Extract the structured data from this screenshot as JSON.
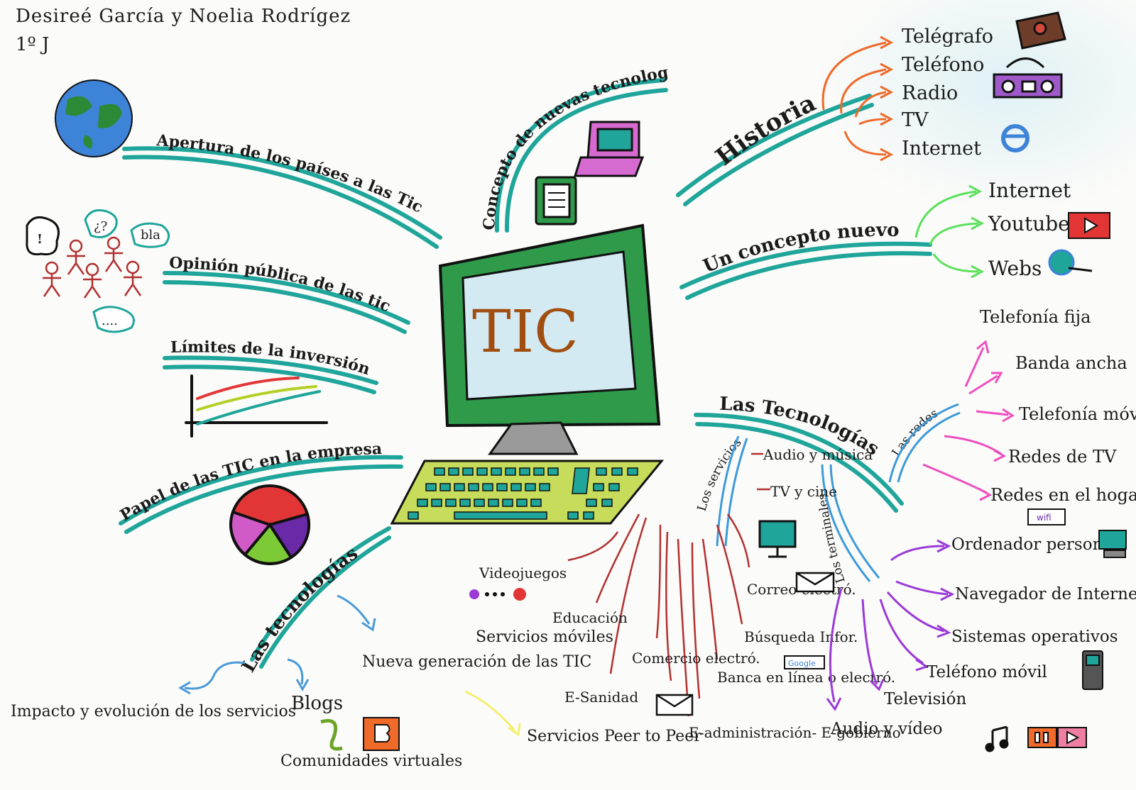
{
  "authors": {
    "names": "Desireé García y Noelia Rodrígez",
    "group": "1º J"
  },
  "center": {
    "label": "TIC"
  },
  "branches": {
    "apertura": "Apertura de los países a las Tic",
    "opinion": "Opinión pública de las tic",
    "limites": "Límites de la inversión",
    "papel": "Papel de las TIC en la empresa",
    "concepto_nuevas": "Concepto de nuevas tecnologías",
    "historia": "Historia",
    "concepto_nuevo": "Un concepto nuevo",
    "las_tecnologias_right": "Las Tecnologías",
    "las_tecnologias_left": "Las tecnologías"
  },
  "bubbles": {
    "b1": "!",
    "b2": "¿?",
    "b3": "bla",
    "b4": "...."
  },
  "historia_items": [
    "Telégrafo",
    "Teléfono",
    "Radio",
    "TV",
    "Internet"
  ],
  "concepto_items": [
    "Internet",
    "Youtube",
    "Webs"
  ],
  "sub_branches": {
    "redes": "Las redes",
    "servicios": "Los servicios",
    "terminales": "Los terminales"
  },
  "redes_items": [
    "Telefonía fija",
    "Banda ancha",
    "Telefonía móvil",
    "Redes de TV",
    "Redes en el hogar"
  ],
  "servicios_items": [
    "Audio y música",
    "TV y cine",
    "Correo electró.",
    "Búsqueda Infor.",
    "Banca en línea o electró.",
    "E-administración- E-gobierno",
    "E-Sanidad",
    "Comercio electró.",
    "Educación",
    "Videojuegos"
  ],
  "terminales_items": [
    "Ordenador personal",
    "Navegador de Internet.",
    "Sistemas operativos",
    "Teléfono móvil",
    "Televisión",
    "Audio y vídeo"
  ],
  "left_tech_items": [
    "Impacto y evolución de los servicios",
    "Blogs",
    "Comunidades virtuales",
    "Nueva generación de las TIC",
    "Servicios móviles",
    "Servicios Peer to Peer"
  ],
  "icon_labels": {
    "wifi": "wifi",
    "google": "Google"
  },
  "colors": {
    "teal": "#1fa59a",
    "green": "#2e9a4a",
    "screen": "#d4eaf3",
    "keyboard": "#c6dc5a",
    "orange": "#f06a2a",
    "lime": "#5ce05c",
    "pink": "#ee4fbf",
    "purple": "#9a3ad8",
    "darkred": "#b23030",
    "blue": "#4a9ad8",
    "yellow": "#f3ef72"
  }
}
